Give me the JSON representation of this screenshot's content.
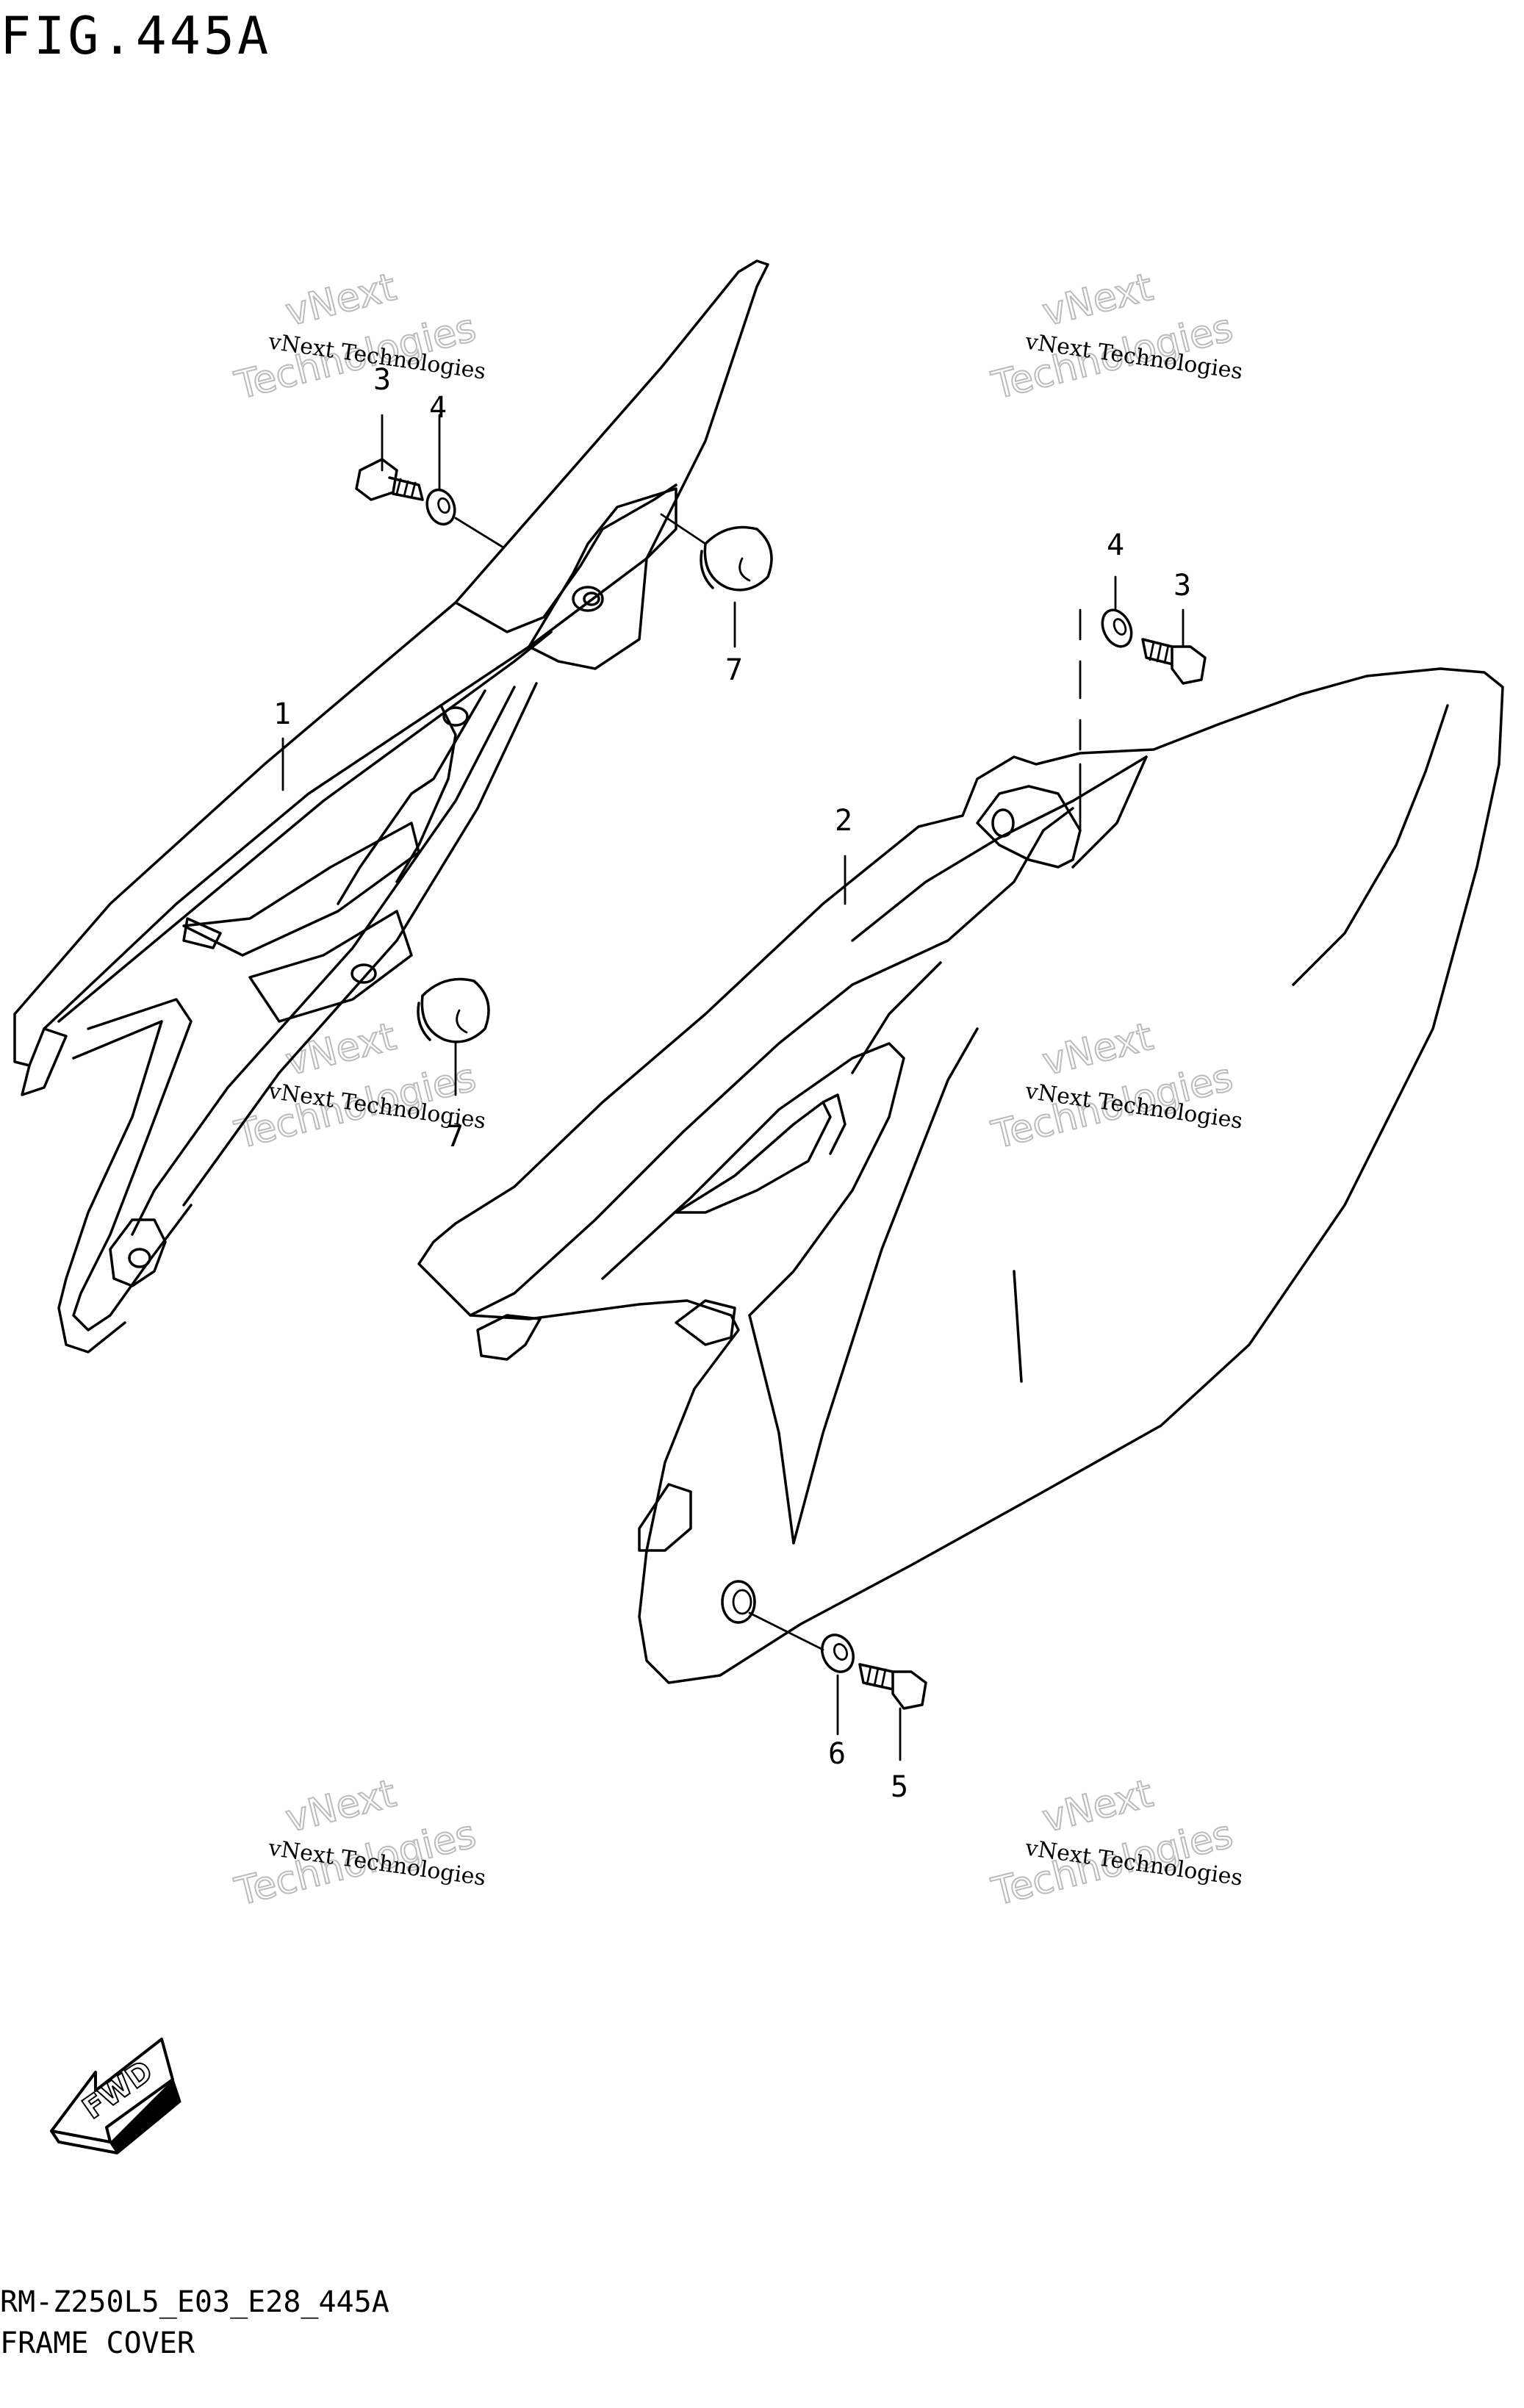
{
  "figure": {
    "title": "FIG.445A",
    "model_code": "RM-Z250L5_E03_E28_445A",
    "section_title": "FRAME COVER"
  },
  "callouts": [
    {
      "id": "c1",
      "label": "1"
    },
    {
      "id": "c2",
      "label": "2"
    },
    {
      "id": "c3a",
      "label": "3"
    },
    {
      "id": "c3b",
      "label": "3"
    },
    {
      "id": "c4a",
      "label": "4"
    },
    {
      "id": "c4b",
      "label": "4"
    },
    {
      "id": "c5",
      "label": "5"
    },
    {
      "id": "c6",
      "label": "6"
    },
    {
      "id": "c7a",
      "label": "7"
    },
    {
      "id": "c7b",
      "label": "7"
    }
  ],
  "watermark": {
    "line1": "vNext Technologies",
    "line2": "vNext",
    "line3": "Technologies"
  },
  "fwd_label": "FWD"
}
